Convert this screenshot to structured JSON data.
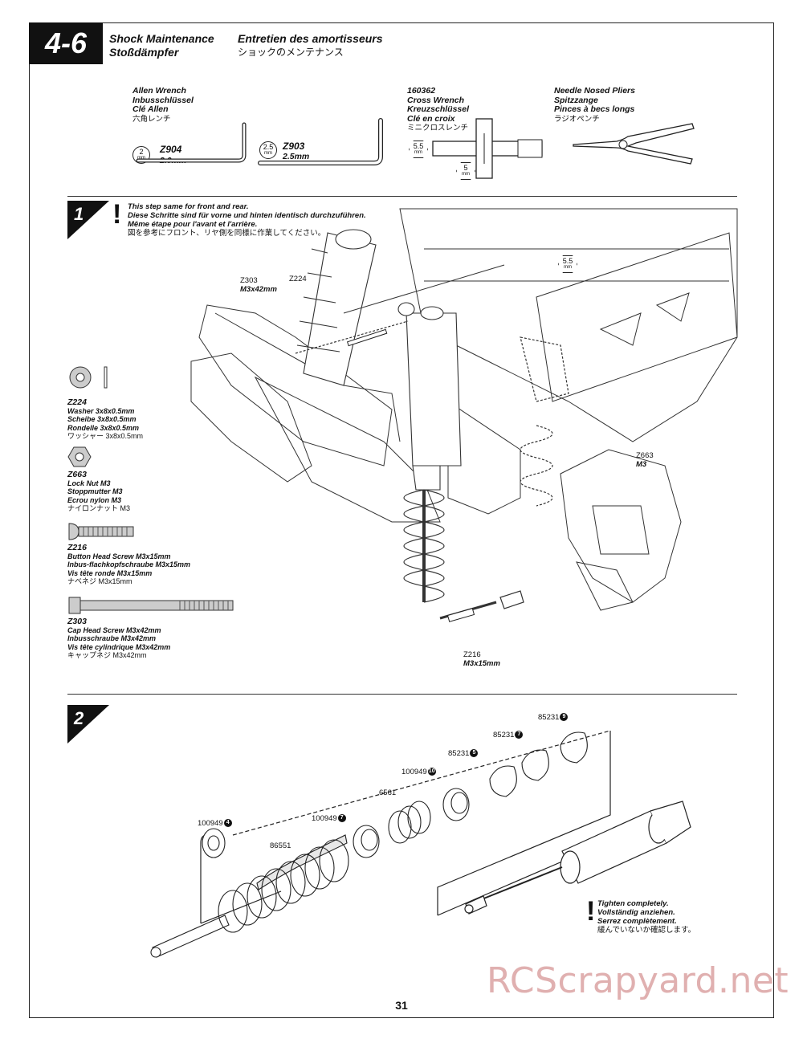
{
  "section": {
    "number": "4-6",
    "title_en": "Shock Maintenance",
    "title_de": "Stoßdämpfer",
    "title_fr": "Entretien des amortisseurs",
    "title_jp": "ショックのメンテナンス"
  },
  "tools": [
    {
      "name_en": "Allen Wrench",
      "name_de": "Inbusschlüssel",
      "name_fr": "Clé Allen",
      "name_jp": "六角レンチ"
    },
    {
      "code": "160362",
      "name_en": "Cross Wrench",
      "name_de": "Kreuzschlüssel",
      "name_fr": "Clé en croix",
      "name_jp": "ミニクロスレンチ"
    },
    {
      "name_en": "Needle Nosed Pliers",
      "name_de": "Spitzzange",
      "name_fr": "Pinces à becs longs",
      "name_jp": "ラジオペンチ"
    }
  ],
  "wrenches": [
    {
      "size": "2",
      "unit": "mm",
      "code": "Z904",
      "label": "2.0mm"
    },
    {
      "size": "2.5",
      "unit": "mm",
      "code": "Z903",
      "label": "2.5mm"
    }
  ],
  "cross_sizes": [
    {
      "size": "5.5",
      "unit": "mm"
    },
    {
      "size": "5",
      "unit": "mm"
    }
  ],
  "step1": {
    "number": "1",
    "note_en": "This step same for front and rear.",
    "note_de": "Diese Schritte sind für vorne und hinten identisch durchzuführen.",
    "note_fr": "Même étape pour l'avant et l'arrière.",
    "note_jp": "図を参考にフロント、リヤ側を同様に作業してください。",
    "callouts": [
      {
        "code": "Z303",
        "spec": "M3x42mm"
      },
      {
        "code": "Z224",
        "spec": ""
      },
      {
        "code": "Z663",
        "spec": "M3"
      },
      {
        "code": "Z216",
        "spec": "M3x15mm"
      }
    ],
    "hex_size": "5.5",
    "hex_unit": "mm"
  },
  "parts": [
    {
      "code": "Z224",
      "en": "Washer 3x8x0.5mm",
      "de": "Scheibe 3x8x0.5mm",
      "fr": "Rondelle 3x8x0.5mm",
      "jp": "ワッシャー 3x8x0.5mm"
    },
    {
      "code": "Z663",
      "en": "Lock Nut M3",
      "de": "Stoppmutter M3",
      "fr": "Ecrou nylon M3",
      "jp": "ナイロンナット M3"
    },
    {
      "code": "Z216",
      "en": "Button Head Screw M3x15mm",
      "de": "Inbus-flachkopfschraube M3x15mm",
      "fr": "Vis tête ronde M3x15mm",
      "jp": "ナベネジ M3x15mm"
    },
    {
      "code": "Z303",
      "en": "Cap Head Screw M3x42mm",
      "de": "Inbusschraube M3x42mm",
      "fr": "Vis tête cylindrique M3x42mm",
      "jp": "キャップネジ M3x42mm"
    }
  ],
  "step2": {
    "number": "2",
    "labels": [
      {
        "code": "85231",
        "num": "9"
      },
      {
        "code": "85231",
        "num": "7"
      },
      {
        "code": "85231",
        "num": "5"
      },
      {
        "code": "100949",
        "num": "10"
      },
      {
        "code": "6561",
        "num": ""
      },
      {
        "code": "100949",
        "num": "7"
      },
      {
        "code": "86551",
        "num": ""
      },
      {
        "code": "100949",
        "num": "4"
      }
    ],
    "note_en": "Tighten completely.",
    "note_de": "Vollständig anziehen.",
    "note_fr": "Serrez complètement.",
    "note_jp": "緩んでいないか確認します。"
  },
  "watermark": "RCScrapyard.net",
  "page_number": "31"
}
